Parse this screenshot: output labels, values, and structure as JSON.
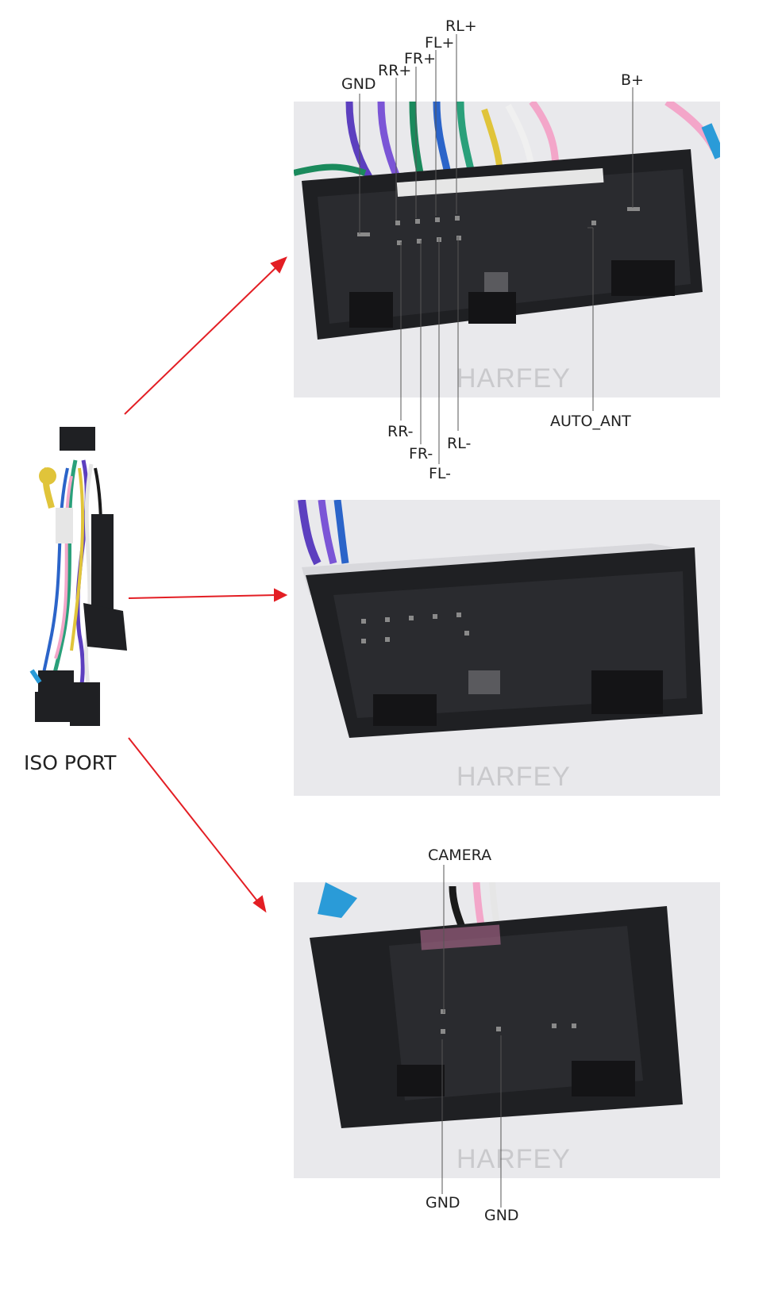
{
  "watermark": "HARFEY",
  "iso_label": "ISO PORT",
  "panel1": {
    "labels": {
      "rl_plus": "RL+",
      "fl_plus": "FL+",
      "fr_plus": "FR+",
      "rr_plus": "RR+",
      "gnd": "GND",
      "b_plus": "B+",
      "rr_minus": "RR-",
      "fr_minus": "FR-",
      "fl_minus": "FL-",
      "rl_minus": "RL-",
      "auto_ant": "AUTO_ANT"
    }
  },
  "panel3": {
    "labels": {
      "camera": "CAMERA",
      "gnd_1": "GND",
      "gnd_2": "GND"
    }
  },
  "colors": {
    "arrow": "#e31e24",
    "connector": "#222326",
    "leader": "#555555"
  }
}
